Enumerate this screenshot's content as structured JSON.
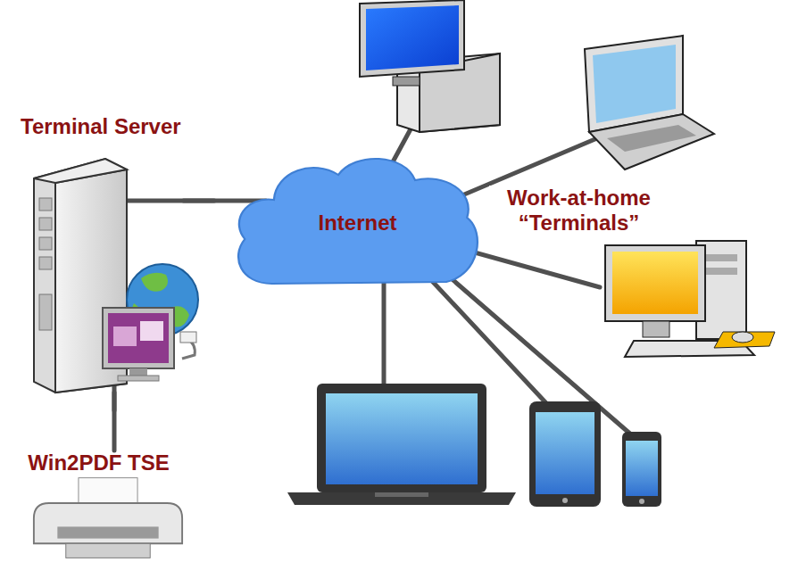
{
  "diagram": {
    "nodes": [
      {
        "text": [
          "Terminal Server"
        ]
      },
      {
        "text": [
          "Internet"
        ]
      },
      {
        "text": [
          "Win2PDF TSE"
        ]
      }
    ],
    "edges": [
      {
        "from": 0,
        "to": 1,
        "arrow": "none"
      },
      {
        "from": 0,
        "to": 2,
        "arrow": "none"
      }
    ],
    "labels": [
      "Work-at-home “Terminals”"
    ]
  }
}
